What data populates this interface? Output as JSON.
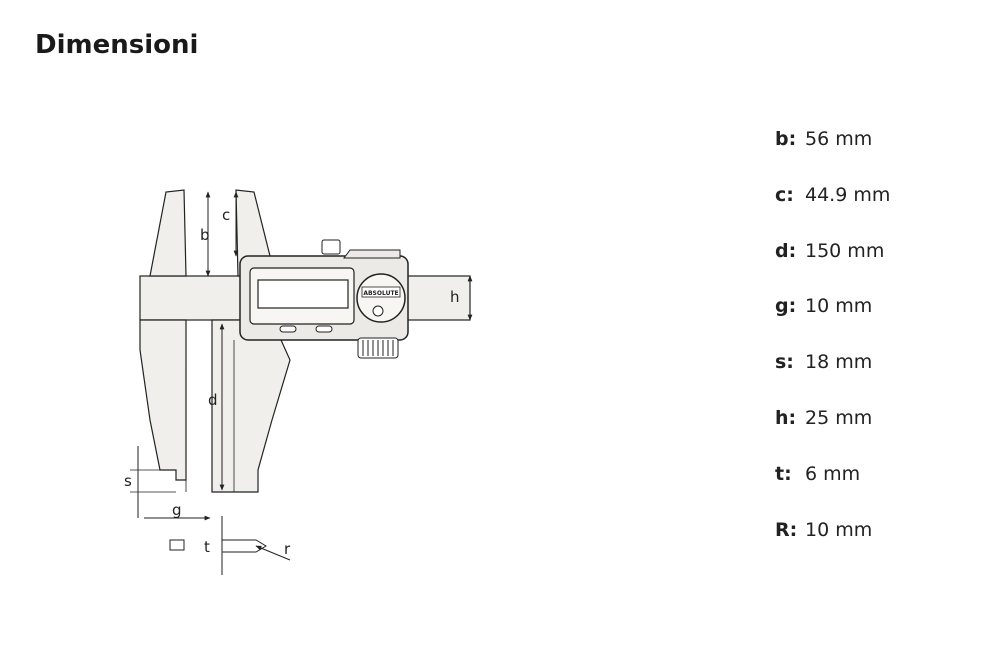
{
  "title": "Dimensioni",
  "diagram": {
    "labels": [
      "b",
      "c",
      "d",
      "g",
      "s",
      "h",
      "t",
      "r"
    ],
    "brand_badge": "ABSOLUTE"
  },
  "specs": [
    {
      "key": "b:",
      "value": "56 mm"
    },
    {
      "key": "c:",
      "value": "44.9 mm"
    },
    {
      "key": "d:",
      "value": "150 mm"
    },
    {
      "key": "g:",
      "value": "10 mm"
    },
    {
      "key": "s:",
      "value": "18 mm"
    },
    {
      "key": "h:",
      "value": "25 mm"
    },
    {
      "key": "t:",
      "value": "6 mm"
    },
    {
      "key": "R:",
      "value": "10 mm"
    }
  ]
}
